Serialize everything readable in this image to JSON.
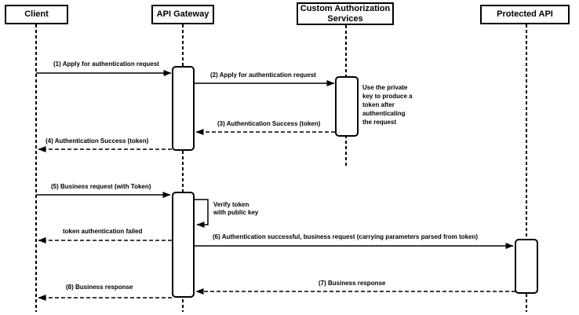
{
  "diagram": {
    "type": "sequence-diagram",
    "colors": {
      "stroke": "#000000",
      "fill": "#ffffff",
      "background": "#ffffff"
    },
    "actors": [
      {
        "label": "Client"
      },
      {
        "label": "API Gateway"
      },
      {
        "label": "Custom Authorization\nServices"
      },
      {
        "label": "Protected API"
      }
    ],
    "messages": [
      {
        "label": "(1) Apply for authentication request",
        "from": "Client",
        "to": "API Gateway",
        "style": "solid"
      },
      {
        "label": "(2) Apply for authentication request",
        "from": "API Gateway",
        "to": "Custom Authorization Services",
        "style": "solid"
      },
      {
        "label": "(3) Authentication Success (token)",
        "from": "Custom Authorization Services",
        "to": "API Gateway",
        "style": "dashed"
      },
      {
        "label": "(4) Authentication Success (token)",
        "from": "API Gateway",
        "to": "Client",
        "style": "dashed"
      },
      {
        "label": "(5) Business request (with Token)",
        "from": "Client",
        "to": "API Gateway",
        "style": "solid"
      },
      {
        "label": "Verify token\nwith public key",
        "from": "API Gateway",
        "to": "API Gateway",
        "style": "self"
      },
      {
        "label": "token authentication failed",
        "from": "API Gateway",
        "to": "Client",
        "style": "dashed"
      },
      {
        "label": "(6) Authentication successful, business request (carrying parameters parsed from token)",
        "from": "API Gateway",
        "to": "Protected API",
        "style": "solid"
      },
      {
        "label": "(7) Business response",
        "from": "Protected API",
        "to": "API Gateway",
        "style": "dashed"
      },
      {
        "label": "(8) Business response",
        "from": "API Gateway",
        "to": "Client",
        "style": "dashed"
      }
    ],
    "note": "Use the private\nkey to produce a\ntoken after\nauthenticating\nthe request"
  }
}
